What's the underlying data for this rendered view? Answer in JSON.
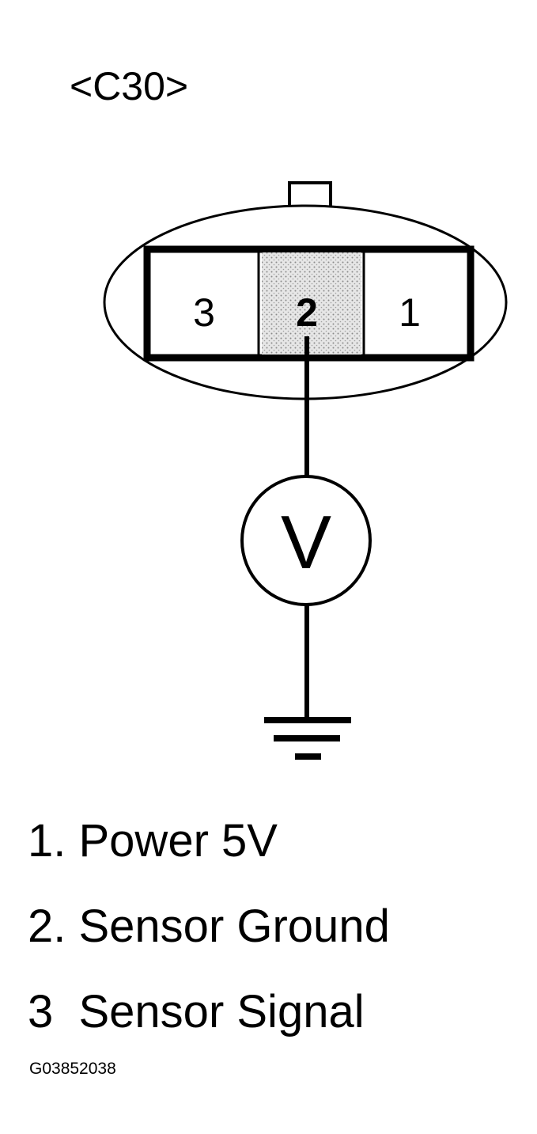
{
  "connector": {
    "title": "<C30>",
    "pins": [
      {
        "label": "3"
      },
      {
        "label": "2",
        "highlighted": true
      },
      {
        "label": "1"
      }
    ]
  },
  "meter": {
    "label": "V"
  },
  "legend": [
    {
      "text": "1. Power 5V"
    },
    {
      "text": "2. Sensor Ground"
    },
    {
      "text": "3  Sensor Signal"
    }
  ],
  "figure_id": "G03852038",
  "colors": {
    "line": "#000000",
    "background": "#ffffff",
    "highlight_fill": "#d4d4d4"
  }
}
